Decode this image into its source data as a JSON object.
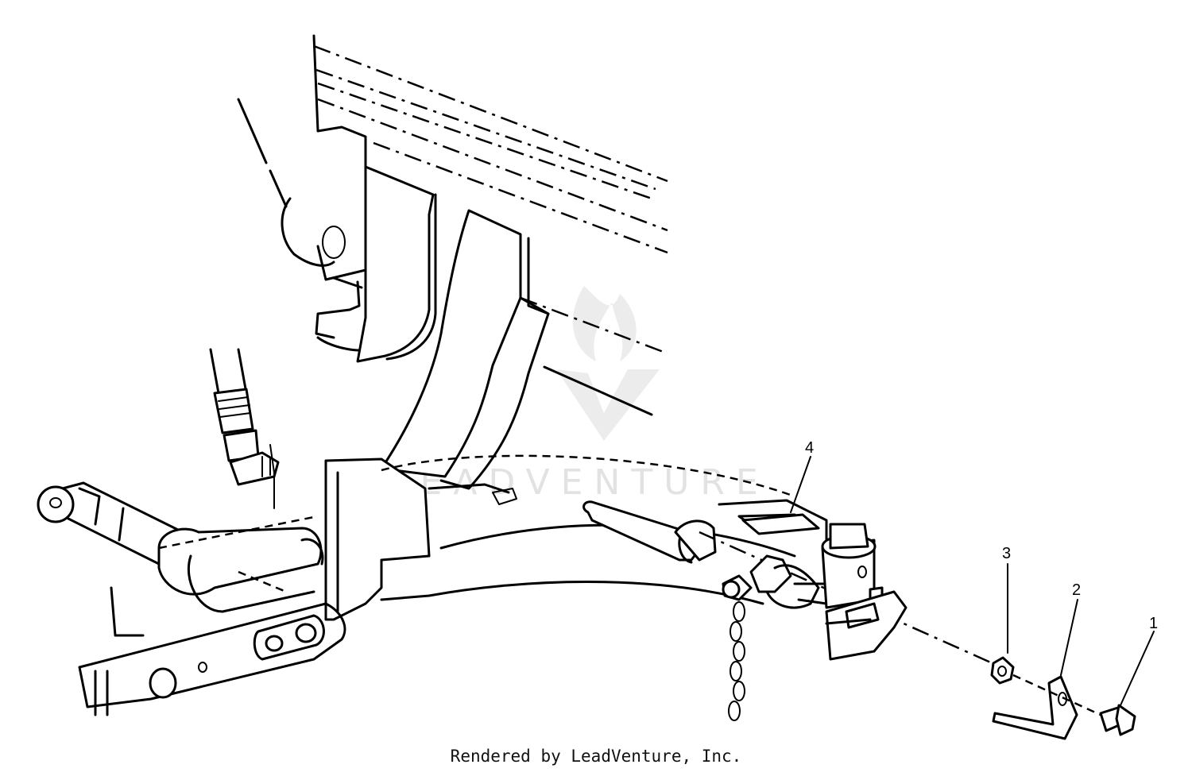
{
  "callouts": [
    {
      "id": "1",
      "label": "1"
    },
    {
      "id": "2",
      "label": "2"
    },
    {
      "id": "3",
      "label": "3"
    },
    {
      "id": "4",
      "label": "4"
    }
  ],
  "watermark": {
    "text": "LEADVENTURE",
    "color": "#e2e2e2"
  },
  "footer": {
    "text": "Rendered by LeadVenture, Inc."
  }
}
